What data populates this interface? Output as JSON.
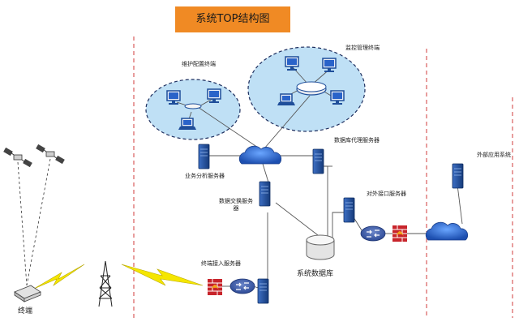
{
  "title": "系统TOP结构图",
  "labels": {
    "maintenance_terminal": "维护配置终端",
    "monitor_terminal": "监控管理终端",
    "business_analysis_server": "业务分析服务器",
    "db_proxy_server": "数据库代理服务器",
    "data_exchange_server": "数据交换服务器",
    "external_interface_server": "对外接口服务器",
    "external_app_system": "外部应用系统",
    "terminal_access_server": "终端接入服务器",
    "system_database": "系统数据库",
    "terminal": "终端"
  },
  "colors": {
    "title_bg": "#f08a24",
    "server_blue": "#1f4e9a",
    "cloud_blue": "#2f6fd6",
    "zone_fill": "#bfe0f5",
    "dashed_red": "#d23b3b",
    "bolt_yellow": "#f5e600",
    "firewall_red": "#c8242b"
  }
}
